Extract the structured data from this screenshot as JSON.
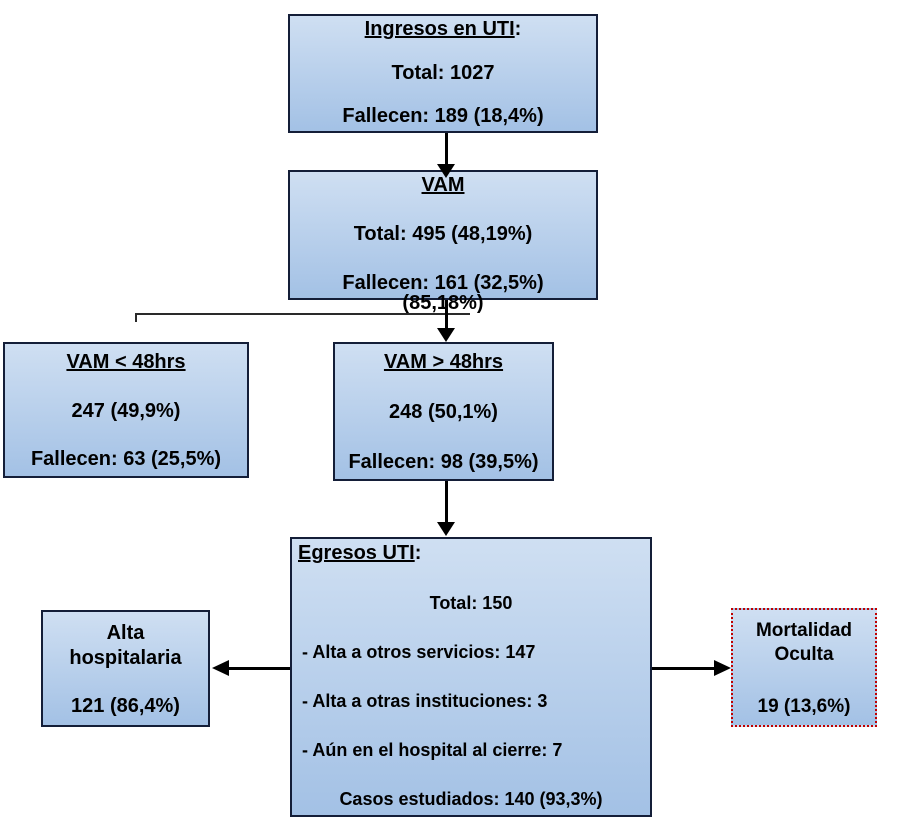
{
  "boxes": {
    "ingresos": {
      "title": "Ingresos en UTI",
      "suffix": ":",
      "total": "Total: 1027",
      "fallecen": "Fallecen: 189 (18,4%)"
    },
    "vam": {
      "title": "VAM",
      "total": "Total: 495 (48,19%)",
      "fallecen": "Fallecen: 161 (32,5%)",
      "overflow": "(85,18%)"
    },
    "vam_menor": {
      "title": "VAM < 48hrs",
      "count": "247 (49,9%)",
      "fallecen": "Fallecen: 63 (25,5%)"
    },
    "vam_mayor": {
      "title": "VAM > 48hrs",
      "count": "248 (50,1%)",
      "fallecen": "Fallecen: 98 (39,5%)"
    },
    "egresos": {
      "title": "Egresos UTI",
      "suffix": ":",
      "total": "Total: 150",
      "bullets": [
        "- Alta a otros servicios: 147",
        "- Alta a otras instituciones: 3",
        "- Aún en el hospital al cierre: 7"
      ],
      "footer": "Casos estudiados: 140 (93,3%)"
    },
    "alta": {
      "title_line1": "Alta",
      "title_line2": "hospitalaria",
      "value": "121 (86,4%)"
    },
    "mortalidad": {
      "title_line1": "Mortalidad",
      "title_line2": "Oculta",
      "value": "19 (13,6%)"
    }
  },
  "colors": {
    "box_fill_top": "#cfdff2",
    "box_fill_bottom": "#a3c1e5",
    "box_border": "#141e38",
    "mortalidad_border": "#c00000",
    "text": "#000000",
    "arrow": "#000000"
  }
}
